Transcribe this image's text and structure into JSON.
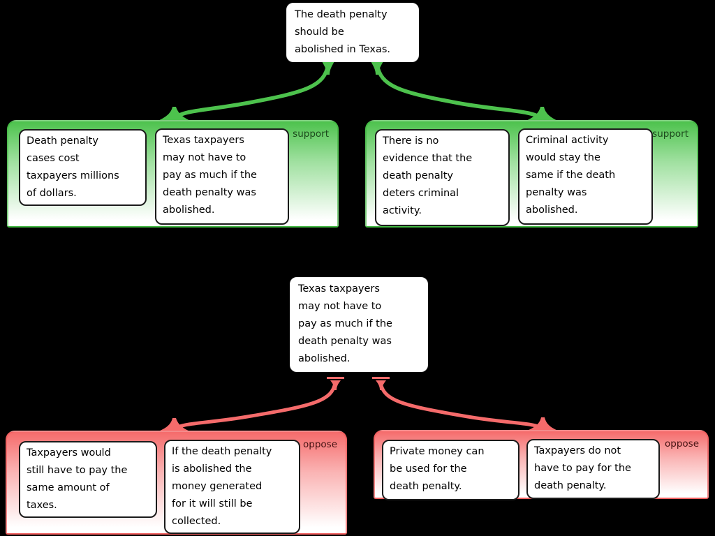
{
  "colors": {
    "background": "#000000",
    "support": "#4dc24d",
    "oppose": "#f56b6b",
    "support_label": "#1d4a1d",
    "oppose_label": "#451212",
    "node_bg": "#ffffff",
    "node_text": "#000000",
    "box_border": "#1a1a1a"
  },
  "root_claim": {
    "text": "The death penalty\nshould be\nabolished in Texas."
  },
  "sub_claim": {
    "text": "Texas taxpayers\nmay not have to\npay as much if the\ndeath penalty was\nabolished."
  },
  "support_groups": [
    {
      "label": "support",
      "reasons": [
        "Death penalty\ncases cost\ntaxpayers millions\nof dollars.",
        "Texas taxpayers\nmay not have to\npay as much if the\ndeath penalty was\nabolished."
      ]
    },
    {
      "label": "support",
      "reasons": [
        "There is no\nevidence that the\ndeath penalty\ndeters criminal\nactivity.",
        "Criminal activity\nwould stay the\nsame if the death\npenalty was\nabolished."
      ]
    }
  ],
  "oppose_groups": [
    {
      "label": "oppose",
      "reasons": [
        "Taxpayers would\nstill have to pay the\nsame amount of\ntaxes.",
        "If the death penalty\nis abolished the\nmoney generated\nfor it will still be\ncollected."
      ]
    },
    {
      "label": "oppose",
      "reasons": [
        "Private money can\nbe used for the\ndeath penalty.",
        "Taxpayers do not\nhave to pay for the\ndeath penalty."
      ]
    }
  ],
  "edges": [
    {
      "from": "root-claim",
      "to": "support-group-1",
      "type": "support"
    },
    {
      "from": "root-claim",
      "to": "support-group-2",
      "type": "support"
    },
    {
      "from": "sub-claim",
      "to": "oppose-group-1",
      "type": "oppose"
    },
    {
      "from": "sub-claim",
      "to": "oppose-group-2",
      "type": "oppose"
    }
  ]
}
